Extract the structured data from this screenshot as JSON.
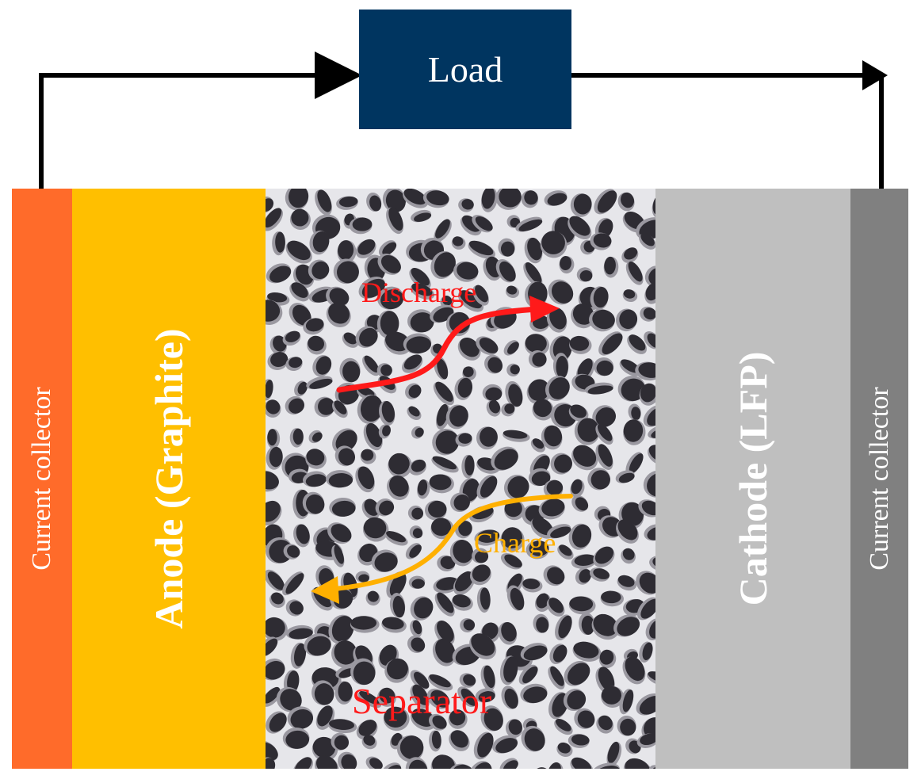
{
  "load": {
    "label": "Load",
    "color": "#003560"
  },
  "layers": {
    "left_collector": {
      "label": "Current collector",
      "color": "#FF6B2A"
    },
    "anode": {
      "label": "Anode (Graphite)",
      "color": "#FFBF00"
    },
    "separator": {
      "label": "Separator",
      "color": "#E6E6EA",
      "pore_color": "#2E2C33"
    },
    "cathode": {
      "label": "Cathode (LFP)",
      "color": "#BFBFBF"
    },
    "right_collector": {
      "label": "Current collector",
      "color": "#808080"
    }
  },
  "flows": {
    "discharge": {
      "label": "Discharge",
      "color": "#FF1A1A"
    },
    "charge": {
      "label": "Charge",
      "color": "#FFB000"
    }
  },
  "wire_color": "#000000"
}
